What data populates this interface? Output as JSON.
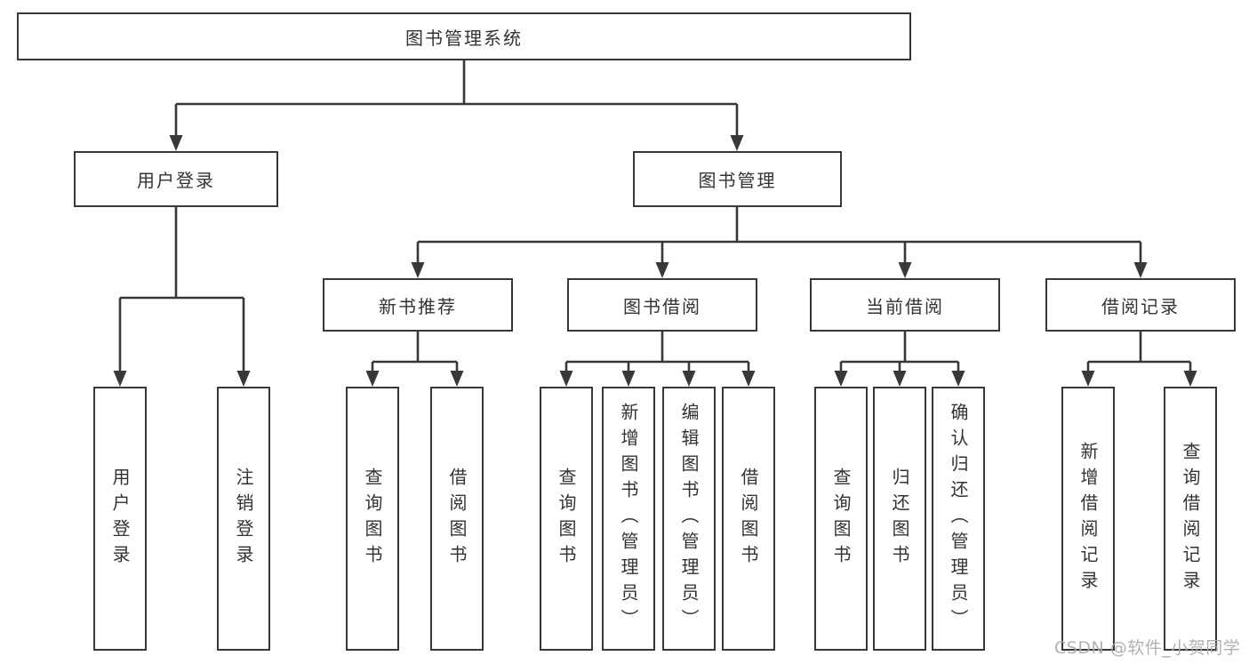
{
  "diagram": {
    "root": "图书管理系统",
    "level2": {
      "user_login": "用户登录",
      "book_management": "图书管理"
    },
    "level3": {
      "new_book_recommend": "新书推荐",
      "book_borrow": "图书借阅",
      "current_borrow": "当前借阅",
      "borrow_records": "借阅记录"
    },
    "leaves": {
      "user_login": "用户登录",
      "logout": "注销登录",
      "rec_query_books": "查询图书",
      "rec_borrow_books": "借阅图书",
      "borrow_query_books": "查询图书",
      "borrow_add_books": "新增图书（管理员）",
      "borrow_edit_books": "编辑图书（管理员）",
      "borrow_borrow_books": "借阅图书",
      "current_query_books": "查询图书",
      "current_return_books": "归还图书",
      "current_confirm_return": "确认归还（管理员）",
      "records_add": "新增借阅记录",
      "records_query": "查询借阅记录"
    },
    "watermark": "CSDN @软件_小贺同学",
    "colors": {
      "line": "#383838",
      "text": "#333333",
      "watermark": "#ababab",
      "background": "#ffffff"
    }
  }
}
